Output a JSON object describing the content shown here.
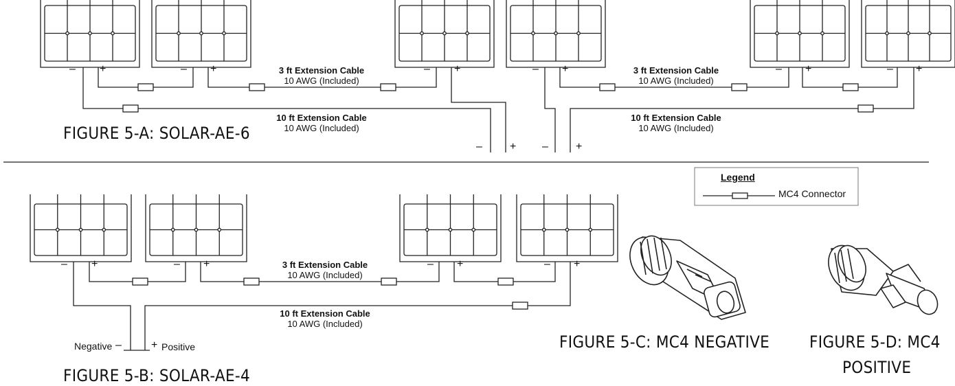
{
  "figure_5a": {
    "title": "FIGURE 5-A: SOLAR-AE-6"
  },
  "figure_5b": {
    "title": "FIGURE 5-B: SOLAR-AE-4",
    "negative_label": "Negative",
    "positive_label": "Positive"
  },
  "figure_5c": {
    "title": "FIGURE 5-C: MC4 NEGATIVE"
  },
  "figure_5d": {
    "title_line1": "FIGURE 5-D: MC4",
    "title_line2": "POSITIVE"
  },
  "cables": {
    "short_title": "3 ft Extension Cable",
    "long_title": "10 ft Extension Cable",
    "gauge": "10 AWG (Included)"
  },
  "legend": {
    "title": "Legend",
    "item": "MC4 Connector"
  },
  "signs": {
    "minus": "–",
    "plus": "+"
  }
}
